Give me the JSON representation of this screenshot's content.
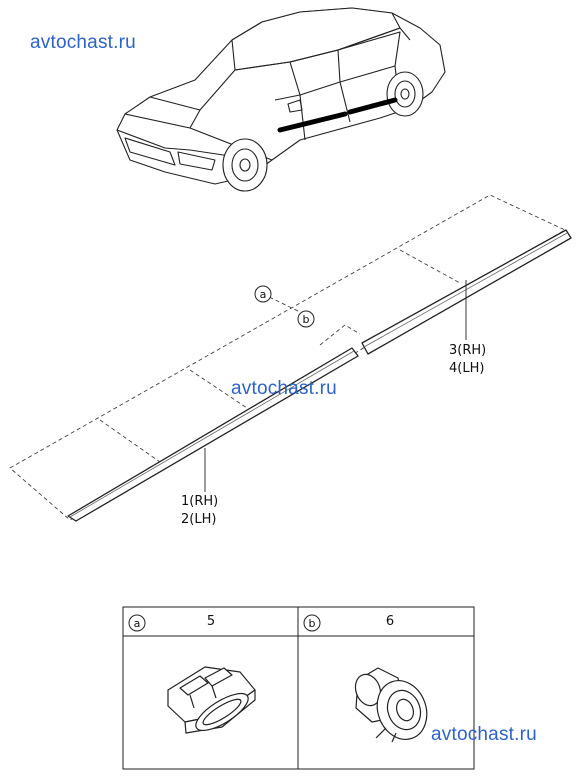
{
  "watermark": {
    "top": "avtochast.ru",
    "middle": "avtochast.ru",
    "bottom": "avtochast.ru"
  },
  "callouts": {
    "a": "a",
    "b": "b"
  },
  "part_labels": {
    "front_rh": "1(RH)",
    "front_lh": "2(LH)",
    "rear_rh": "3(RH)",
    "rear_lh": "4(LH)"
  },
  "legend_table": {
    "cells": [
      {
        "key": "a",
        "part_no": "5"
      },
      {
        "key": "b",
        "part_no": "6"
      }
    ]
  }
}
